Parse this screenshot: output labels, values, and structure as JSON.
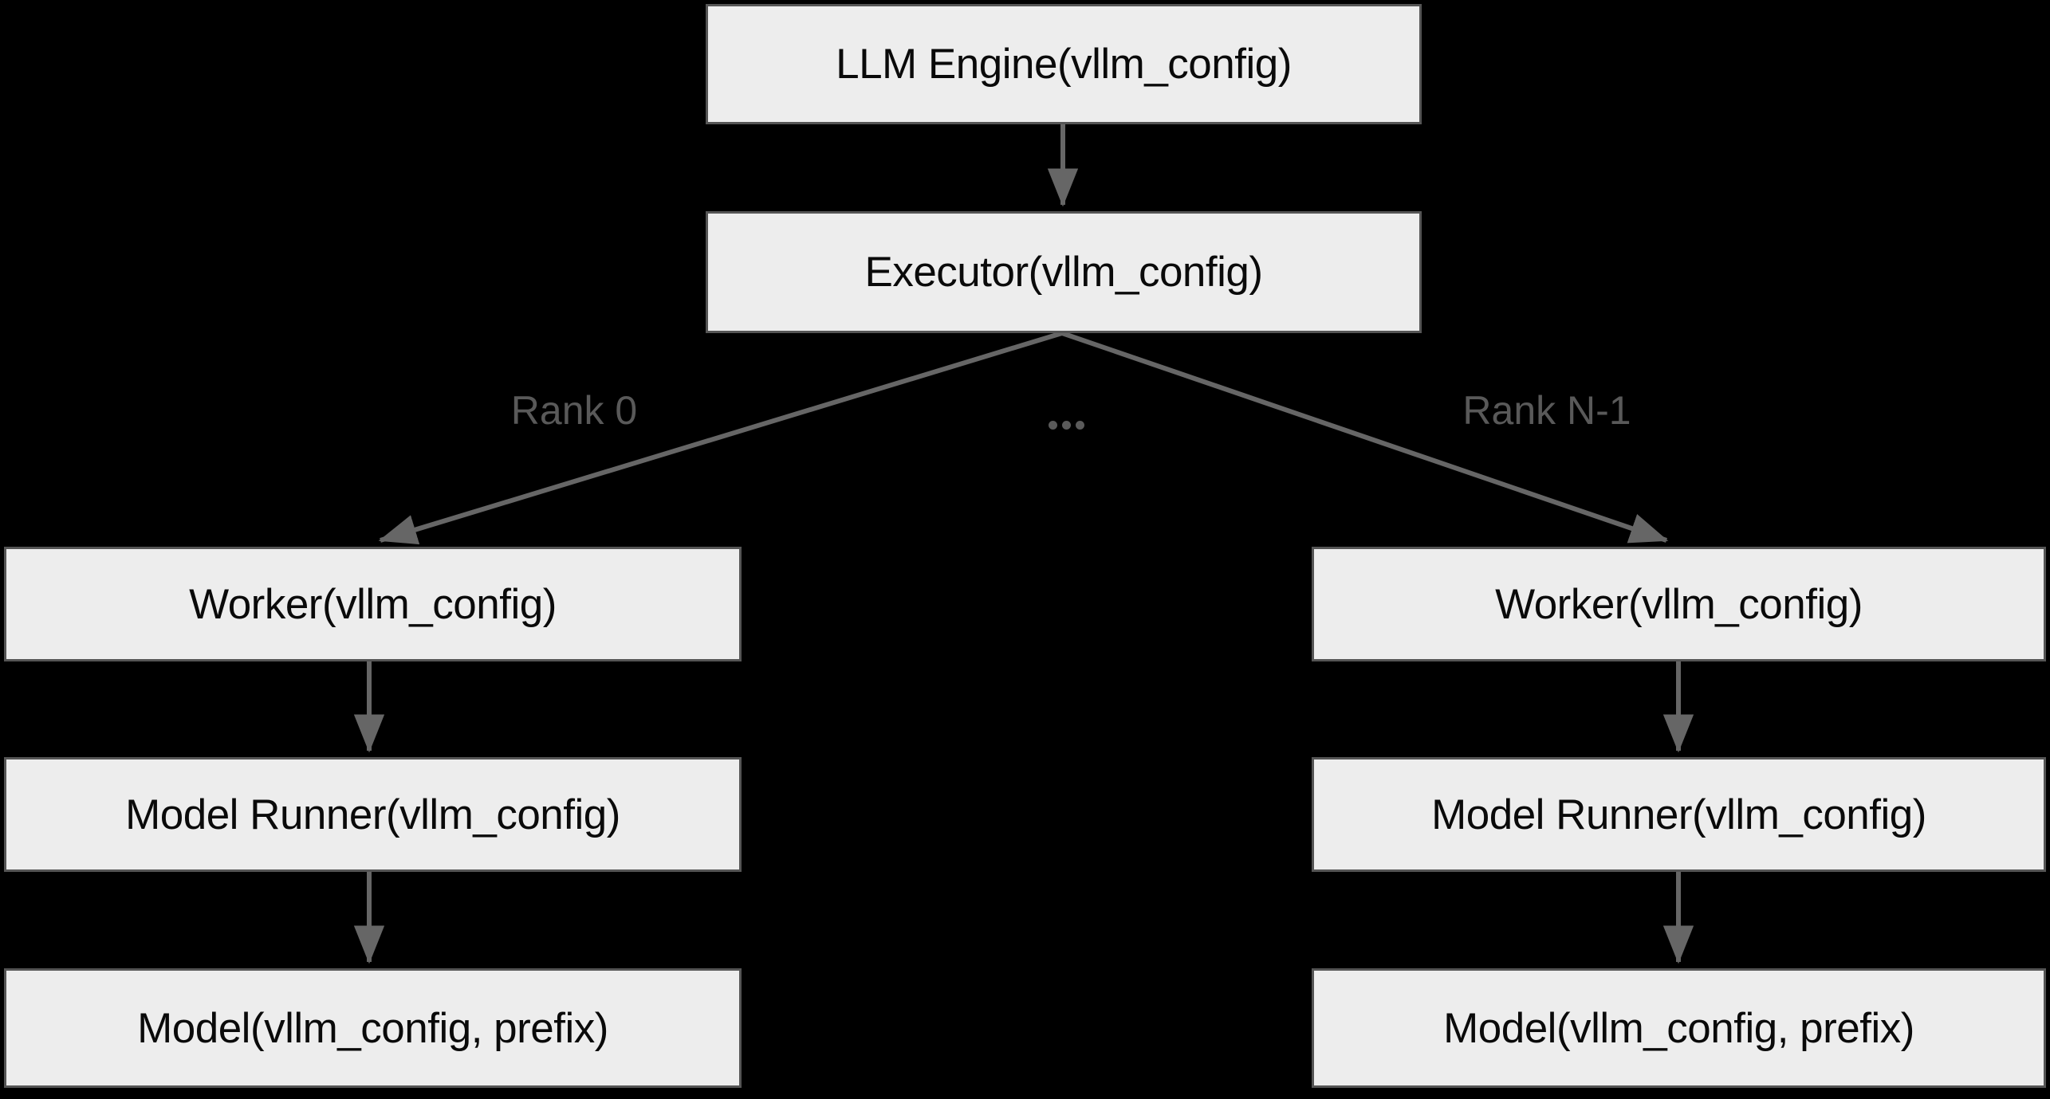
{
  "diagram": {
    "title": "vLLM engine to model instantiation hierarchy",
    "background_color": "#000000",
    "node_fill": "#ededed",
    "node_border": "#555555",
    "node_text_color": "#0a0a0a",
    "edge_color": "#666666",
    "edge_label_color": "#595959"
  },
  "nodes": {
    "llm_engine": {
      "label": "LLM Engine(vllm_config)"
    },
    "executor": {
      "label": "Executor(vllm_config)"
    },
    "rank0": {
      "worker": {
        "label": "Worker(vllm_config)"
      },
      "model_runner": {
        "label": "Model Runner(vllm_config)"
      },
      "model": {
        "label": "Model(vllm_config, prefix)"
      }
    },
    "rankn": {
      "worker": {
        "label": "Worker(vllm_config)"
      },
      "model_runner": {
        "label": "Model Runner(vllm_config)"
      },
      "model": {
        "label": "Model(vllm_config, prefix)"
      }
    }
  },
  "edge_labels": {
    "rank_first": "Rank 0",
    "rank_ellipsis": "...",
    "rank_last": "Rank N-1"
  }
}
